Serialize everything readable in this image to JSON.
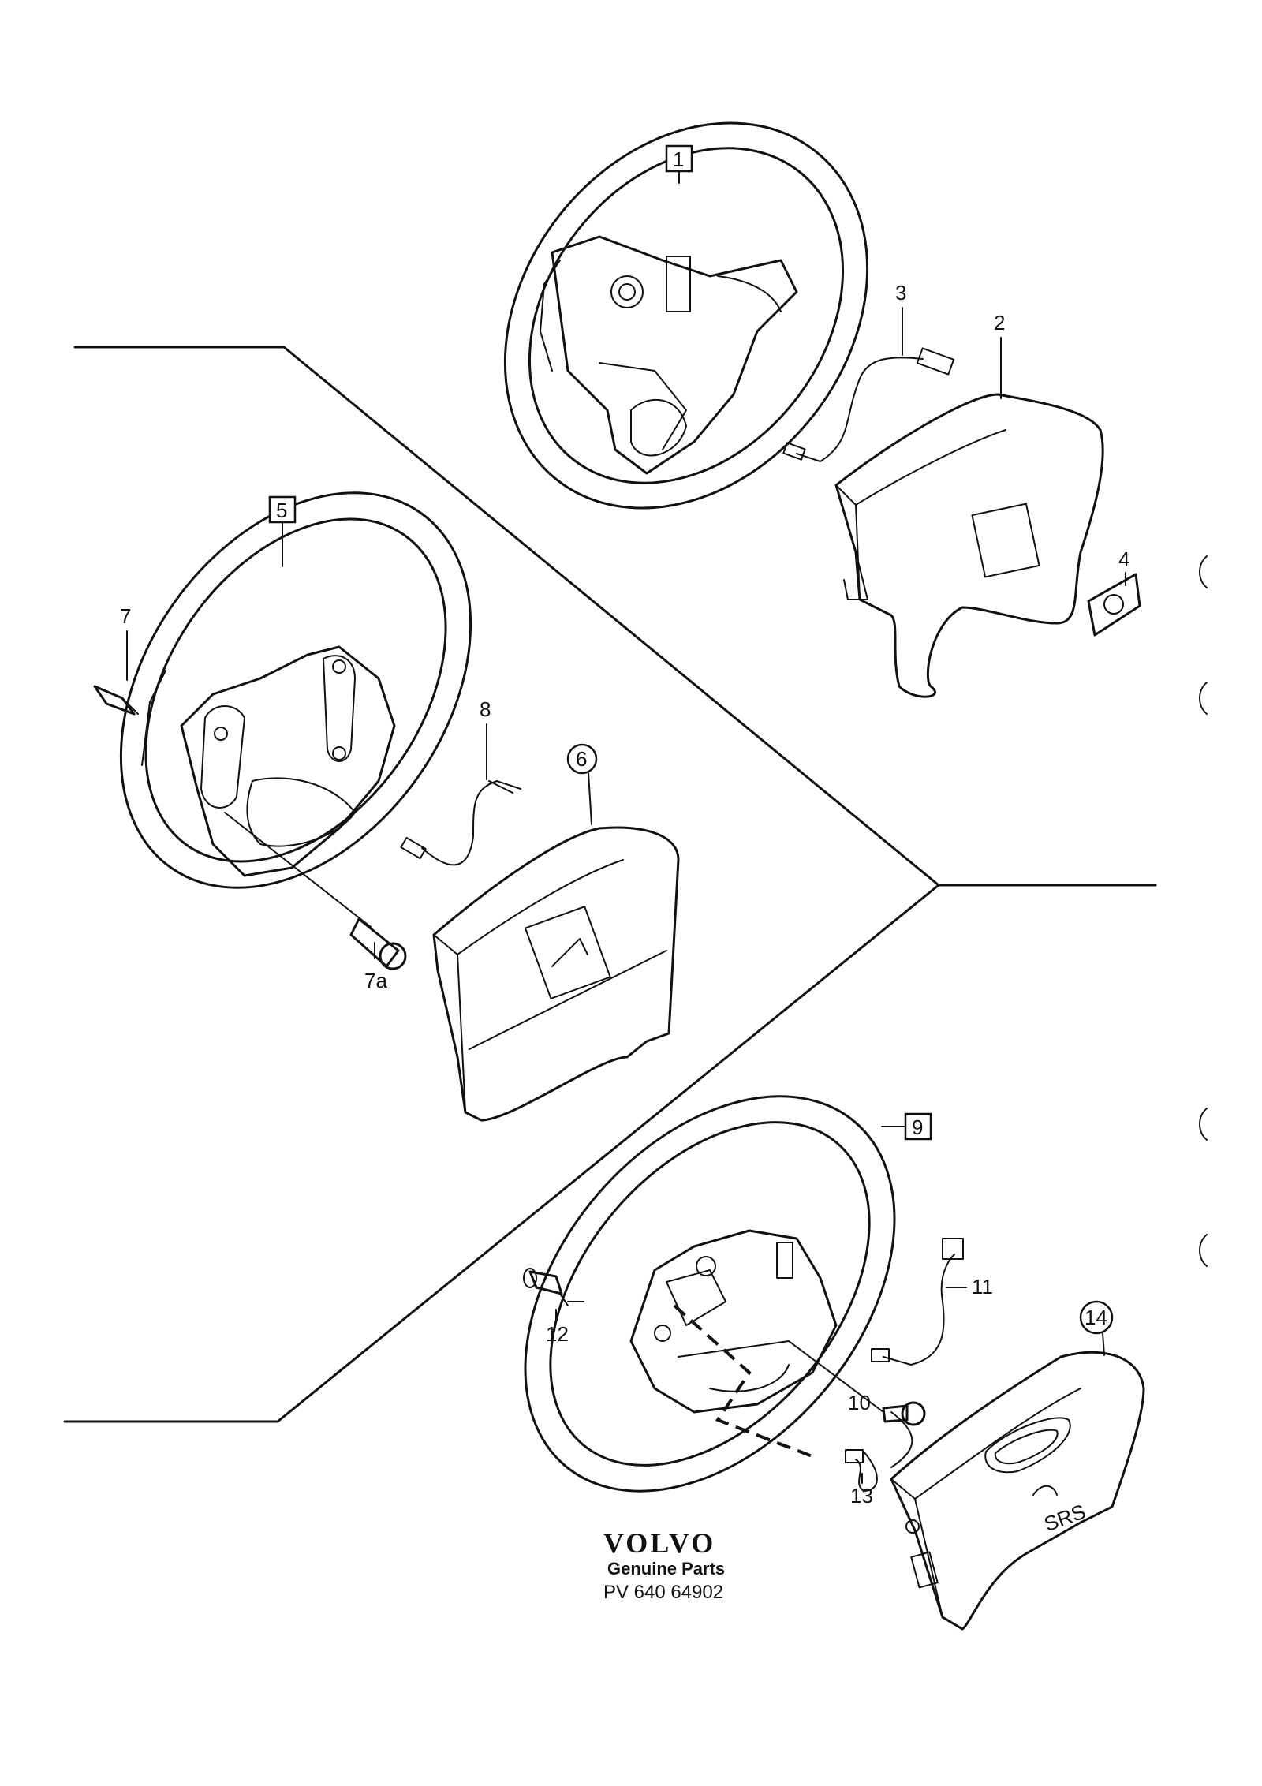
{
  "callouts": {
    "c1": "1",
    "c2": "2",
    "c3": "3",
    "c4": "4",
    "c5": "5",
    "c6": "6",
    "c7": "7",
    "c7a": "7a",
    "c8": "8",
    "c9": "9",
    "c10": "10",
    "c11": "11",
    "c12": "12",
    "c13": "13",
    "c14": "14"
  },
  "footer": {
    "brand": "VOLVO",
    "subtitle": "Genuine Parts",
    "code": "PV 640 64902"
  },
  "airbag_marking": {
    "srs": "SRS"
  },
  "colors": {
    "ink": "#111111",
    "paper": "#ffffff"
  }
}
